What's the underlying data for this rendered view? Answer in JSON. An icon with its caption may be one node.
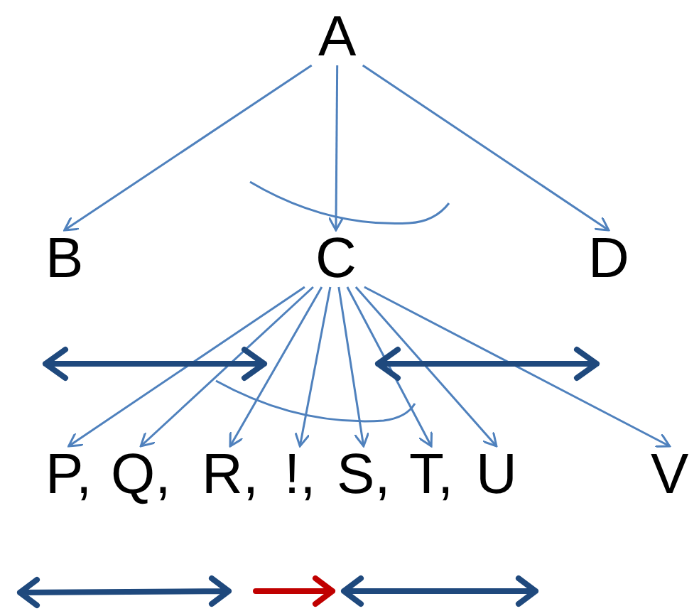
{
  "diagram": {
    "nodes": [
      {
        "text": [
          "A"
        ]
      },
      {
        "text": [
          "B"
        ]
      },
      {
        "text": [
          "C"
        ]
      },
      {
        "text": [
          "D"
        ]
      },
      {
        "text": [
          "P,"
        ]
      },
      {
        "text": [
          "Q,"
        ]
      },
      {
        "text": [
          "R,"
        ]
      },
      {
        "text": [
          "!,"
        ]
      },
      {
        "text": [
          "S,"
        ]
      },
      {
        "text": [
          "T,"
        ]
      },
      {
        "text": [
          "U"
        ]
      },
      {
        "text": [
          "V"
        ]
      }
    ],
    "edges": [
      {
        "from": 0,
        "to": 1,
        "arrow": "to"
      },
      {
        "from": 0,
        "to": 2,
        "arrow": "to"
      },
      {
        "from": 0,
        "to": 3,
        "arrow": "to"
      },
      {
        "from": 2,
        "to": 4,
        "arrow": "to"
      },
      {
        "from": 2,
        "to": 5,
        "arrow": "to"
      },
      {
        "from": 2,
        "to": 6,
        "arrow": "to"
      },
      {
        "from": 2,
        "to": 7,
        "arrow": "to"
      },
      {
        "from": 2,
        "to": 8,
        "arrow": "to"
      },
      {
        "from": 2,
        "to": 9,
        "arrow": "to"
      },
      {
        "from": 2,
        "to": 10,
        "arrow": "to"
      },
      {
        "from": 2,
        "to": 11,
        "arrow": "to"
      }
    ]
  }
}
